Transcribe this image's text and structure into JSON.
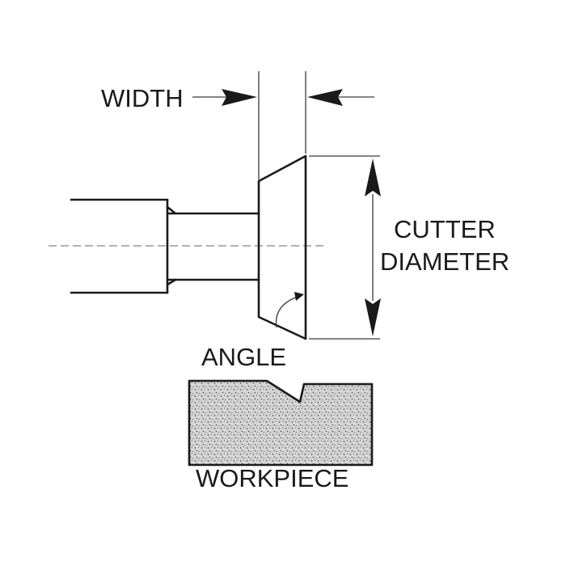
{
  "labels": {
    "width": "WIDTH",
    "cutter_line1": "CUTTER",
    "cutter_line2": "DIAMETER",
    "angle": "ANGLE",
    "workpiece": "WORKPIECE"
  },
  "colors": {
    "ink": "#1a1a1a",
    "background": "#ffffff",
    "workpiece_fill": "#c9c9c9"
  }
}
